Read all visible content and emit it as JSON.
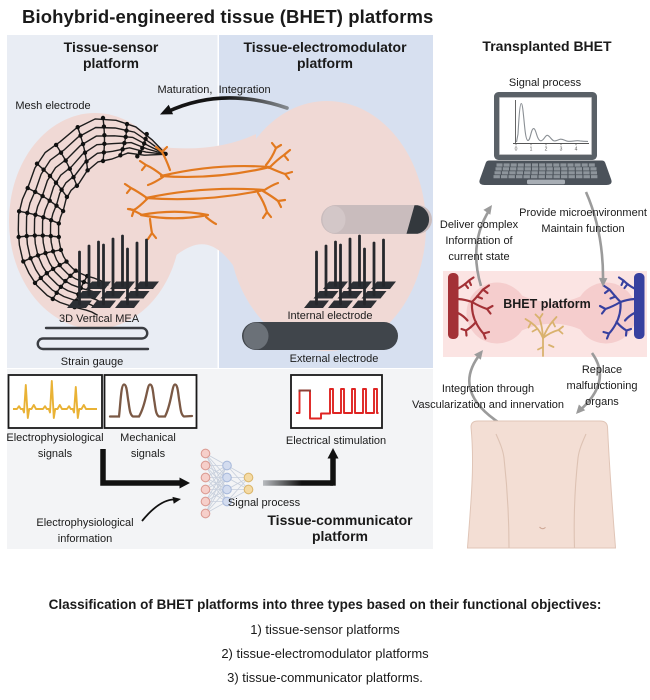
{
  "title": "Biohybrid-engineered tissue (BHET) platforms",
  "colors": {
    "panel_sensor_bg": "#e9edf4",
    "panel_electromodulator_bg": "#d7e0f0",
    "panel_bottom_bg": "#f3f4f6",
    "tissue_pink": "#f0d9d5",
    "fiber_orange": "#e2791f",
    "ecg_yellow": "#e9b235",
    "mech_brown": "#7b5945",
    "stim_red": "#df2422",
    "artery_red": "#a33136",
    "vein_blue": "#37409f",
    "nerve_tan": "#d9b26e",
    "cycle_arrow_gray": "#9b9b9b"
  },
  "panels": {
    "sensor": {
      "title": "Tissue-sensor\nplatform",
      "labels": {
        "mesh_electrode": "Mesh electrode",
        "maturation": "Maturation,  Integration",
        "mea": "3D Vertical MEA",
        "strain_gauge": "Strain gauge"
      }
    },
    "electromodulator": {
      "title": "Tissue-electromodulator\nplatform",
      "labels": {
        "internal": "Internal electrode",
        "external": "External electrode"
      }
    },
    "communicator": {
      "title": "Tissue-communicator\nplatform",
      "labels": {
        "electro_signals": "Electrophysiological\nsignals",
        "mech_signals": "Mechanical\nsignals",
        "stimulation": "Electrical stimulation",
        "electro_info": "Electrophysiological\ninformation",
        "signal_process": "Signal process"
      }
    },
    "transplanted": {
      "title": "Transplanted BHET",
      "labels": {
        "signal_process": "Signal process",
        "deliver": "Deliver complex\nInformation of\ncurrent state",
        "provide": "Provide microenvironment\nMaintain function",
        "bhet_platform": "BHET platform",
        "integration": "Integration through\nVascularization and innervation",
        "replace": "Replace\nmalfunctioning\norgans"
      },
      "laptop_ticks": [
        "0",
        "1",
        "2",
        "3",
        "4"
      ]
    }
  },
  "caption": {
    "heading": "Classification of BHET platforms into three types based on their functional objectives:",
    "items": [
      "1) tissue-sensor platforms",
      "2) tissue-electromodulator platforms",
      "3) tissue-communicator platforms."
    ]
  }
}
